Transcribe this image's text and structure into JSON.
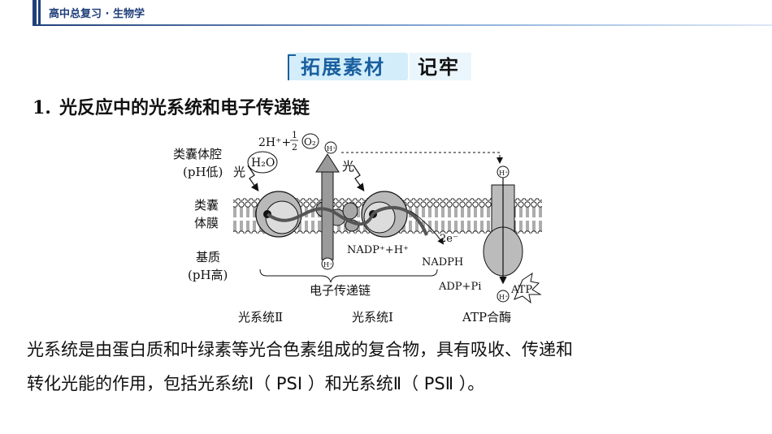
{
  "header": {
    "course_label": "高中总复习 · 生物学"
  },
  "banner": {
    "highlight": "拓展素材",
    "rest": "记牢"
  },
  "section": {
    "number": "1.",
    "title": "光反应中的光系统和电子传递链"
  },
  "diagram": {
    "lumen": "类囊体腔",
    "lumen_ph": "(pH低)",
    "light_left": "光",
    "light_right": "光",
    "water": "H₂O",
    "products_2h": "2H⁺+",
    "half_num": "1",
    "half_den": "2",
    "oxygen": "O₂",
    "membrane_1": "类囊",
    "membrane_2": "体膜",
    "stroma": "基质",
    "stroma_ph": "(pH高)",
    "electrons": "2e⁻",
    "nadp_in": "NADP⁺+H⁺",
    "nadph": "NADPH",
    "adp": "ADP+Pi",
    "atp": "ATP",
    "h_plus": "H⁺",
    "etc_label": "电子传递链",
    "ps2_label": "光系统Ⅱ",
    "ps1_label": "光系统Ⅰ",
    "atp_synthase_label": "ATP合酶"
  },
  "paragraph": {
    "line1": "光系统是由蛋白质和叶绿素等光合色素组成的复合物，具有吸收、传递和",
    "line2": "转化光能的作用，包括光系统Ⅰ（ PSⅠ ）和光系统Ⅱ（ PSⅡ ）。"
  }
}
